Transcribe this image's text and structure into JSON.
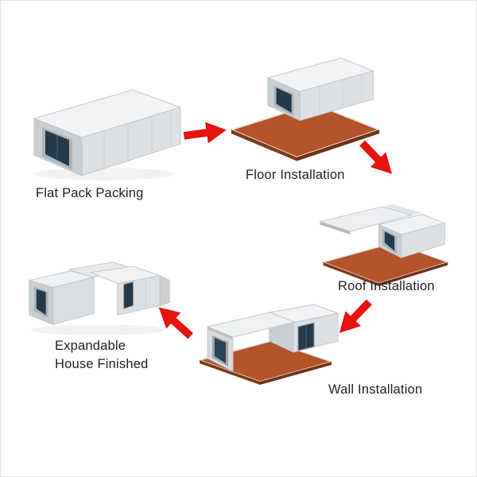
{
  "diagram": {
    "steps": [
      {
        "id": "flat-pack",
        "label": "Flat Pack Packing"
      },
      {
        "id": "floor",
        "label": "Floor Installation"
      },
      {
        "id": "roof",
        "label": "Roof Installation"
      },
      {
        "id": "wall",
        "label": "Wall Installation"
      },
      {
        "id": "finished",
        "label": "Expandable House Finished",
        "label_line1": "Expandable",
        "label_line2": "House Finished"
      }
    ],
    "arrows": [
      {
        "id": "flat-pack-to-floor",
        "direction": "right"
      },
      {
        "id": "floor-to-roof",
        "direction": "down-right"
      },
      {
        "id": "roof-to-wall",
        "direction": "down-left"
      },
      {
        "id": "wall-to-finished",
        "direction": "up-left"
      }
    ],
    "colors": {
      "arrow_red": "#e8130d",
      "floor_orange": "#b4522a",
      "floor_edge_dark": "#7e3a1c",
      "door_glass": "#24394a",
      "panel_light": "#eef0f2",
      "panel_mid": "#dee1e4",
      "panel_dark": "#c9ced3",
      "label_text": "#1e1e1e"
    }
  }
}
